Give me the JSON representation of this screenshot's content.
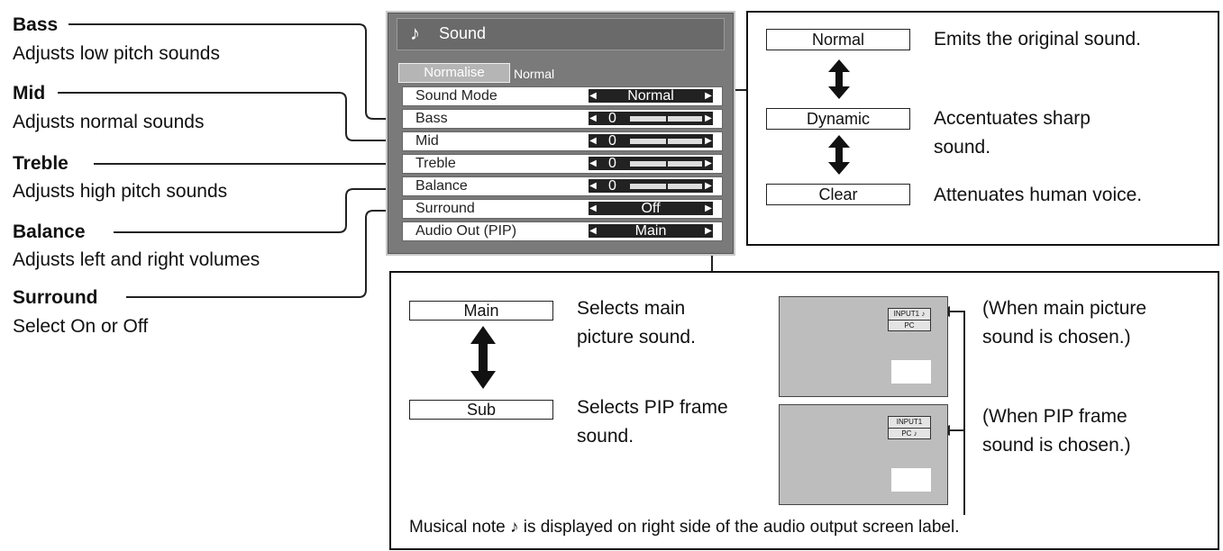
{
  "annotations": [
    {
      "title": "Bass",
      "desc": "Adjusts low pitch sounds"
    },
    {
      "title": "Mid",
      "desc": "Adjusts normal sounds"
    },
    {
      "title": "Treble",
      "desc": "Adjusts high pitch sounds"
    },
    {
      "title": "Balance",
      "desc": "Adjusts left and right volumes"
    },
    {
      "title": "Surround",
      "desc": "Select On or Off"
    }
  ],
  "osd": {
    "title": "Sound",
    "note_glyph": "♪",
    "normalise_label": "Normalise",
    "normalise_value": "Normal",
    "rows": [
      {
        "name": "Sound Mode",
        "value": "Normal"
      },
      {
        "name": "Bass",
        "value": "0"
      },
      {
        "name": "Mid",
        "value": "0"
      },
      {
        "name": "Treble",
        "value": "0"
      },
      {
        "name": "Balance",
        "value": "0"
      },
      {
        "name": "Surround",
        "value": "Off"
      },
      {
        "name": "Audio Out (PIP)",
        "value": "Main"
      }
    ]
  },
  "modes": [
    {
      "label": "Normal",
      "desc": "Emits the original sound."
    },
    {
      "label": "Dynamic",
      "desc1": "Accentuates sharp",
      "desc2": "sound."
    },
    {
      "label": "Clear",
      "desc": "Attenuates human voice."
    }
  ],
  "audio_out": {
    "main_label": "Main",
    "main_desc1": "Selects main",
    "main_desc2": "picture sound.",
    "sub_label": "Sub",
    "sub_desc1": "Selects PIP frame",
    "sub_desc2": "sound.",
    "screen_top_line1": "INPUT1 ♪",
    "screen_top_line2": "PC",
    "screen_bot_line1": "INPUT1",
    "screen_bot_line2": "PC ♪",
    "main_caption1": "(When main picture",
    "main_caption2": "sound is chosen.)",
    "pip_caption1": "(When PIP frame",
    "pip_caption2": "sound is chosen.)",
    "footnote": "Musical note ♪ is displayed on right side of the audio output screen label."
  }
}
